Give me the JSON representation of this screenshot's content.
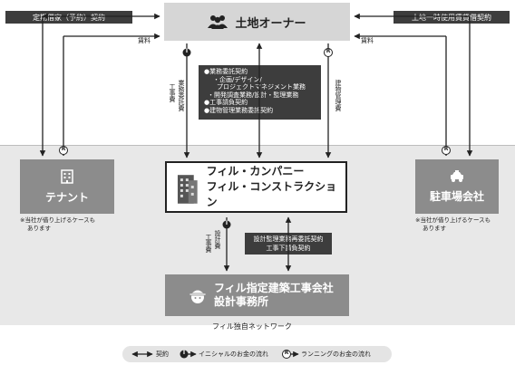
{
  "owner": {
    "label": "土地オーナー"
  },
  "top_left": {
    "contract": "定期借家（予約）契約",
    "fee": "賃料"
  },
  "top_right": {
    "contract": "土地一時使用賃貸借契約",
    "fee": "賃料"
  },
  "center_contracts": {
    "items": [
      "●業務委託契約",
      "・企画/デザイン/",
      "プロジェクトマネジメント業務",
      "・開発調査業務/設計・監理業務",
      "●工事請負契約",
      "●建物管理業務委託契約"
    ]
  },
  "left_vertical": {
    "line1": "業務委託費",
    "line2": "工事費"
  },
  "right_vertical": {
    "line1": "建物管理費"
  },
  "fil": {
    "line1": "フィル・カンパニー",
    "line2": "フィル・コンストラクション"
  },
  "tenant": {
    "label": "テナント",
    "note1": "※当社が借り上げるケースも",
    "note2": "あります"
  },
  "parking": {
    "label": "駐車場会社",
    "note1": "※当社が借り上げるケースも",
    "note2": "あります"
  },
  "lower_contract": {
    "line1": "設計監理業務再委託契約",
    "line2": "工事下請負契約"
  },
  "lower_vertical": {
    "line1": "設計費",
    "line2": "工事費"
  },
  "contractor": {
    "line1": "フィル指定建築工事会社",
    "line2": "設計事務所"
  },
  "network": {
    "label": "フィル独自ネットワーク"
  },
  "legend": {
    "contract": "契約",
    "initial": "イニシャルのお金の流れ",
    "running": "ランニングのお金の流れ"
  },
  "badges": {
    "initial": "I",
    "running": "R"
  }
}
